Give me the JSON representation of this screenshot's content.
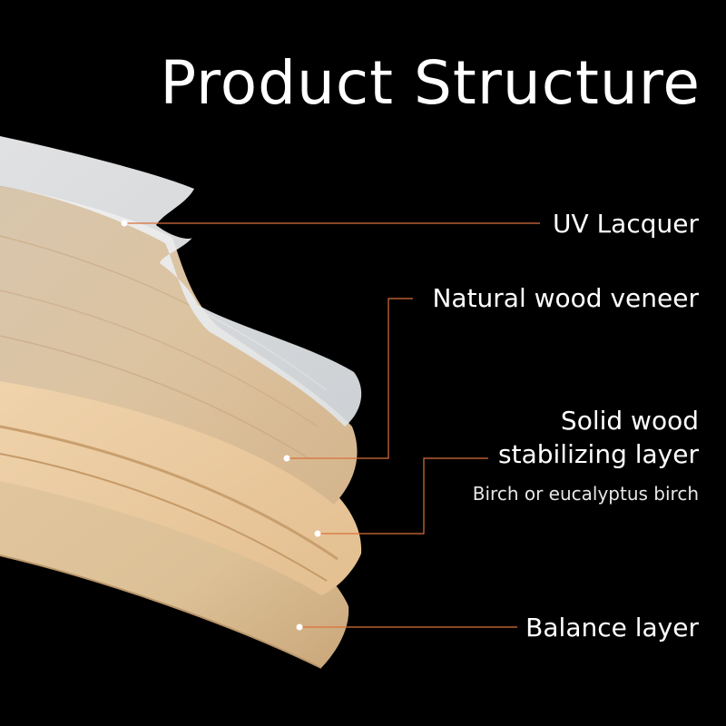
{
  "title": "Product Structure",
  "layers": {
    "uv": "UV Lacquer",
    "veneer": "Natural wood veneer",
    "solid_line1": "Solid wood",
    "solid_line2": "stabilizing layer",
    "solid_note": "Birch or eucalyptus birch",
    "balance": "Balance layer"
  },
  "colors": {
    "background": "#000000",
    "leader": "#d9703a",
    "uv_film": "#e9ecef",
    "veneer": "#d9c3a3",
    "core": "#e8c9a0",
    "balance": "#ddc39a"
  }
}
